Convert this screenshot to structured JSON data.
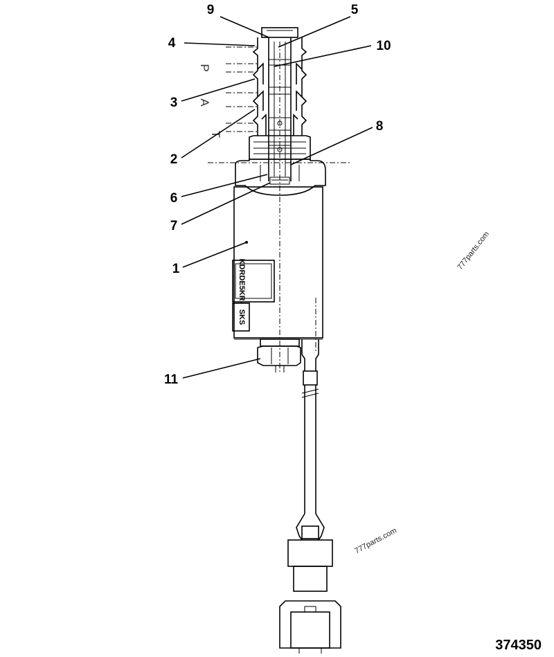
{
  "callouts": [
    "1",
    "2",
    "3",
    "4",
    "5",
    "6",
    "7",
    "8",
    "9",
    "10",
    "11"
  ],
  "ports": {
    "p": "P",
    "a": "A",
    "t": "T"
  },
  "body_label": "KDRDE5KR-",
  "connector_label": "SKS",
  "watermark_1": "777parts.com",
  "watermark_2": "777parts.com",
  "figure_number": "374350"
}
